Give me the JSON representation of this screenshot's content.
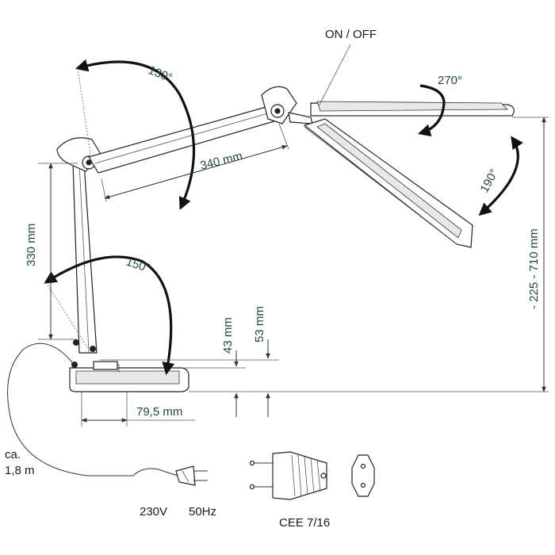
{
  "labels": {
    "on_off": "ON / OFF",
    "angle_head_rotate": "270°",
    "angle_top": "130°",
    "angle_head_tilt": "190°",
    "angle_base": "150°",
    "arm_length": "340 mm",
    "post_height": "330 mm",
    "height_range": "- 225 - 710 mm",
    "base_height_43": "43 mm",
    "base_height_53": "53 mm",
    "base_offset": "79,5 mm",
    "cable_length_line1": "ca.",
    "cable_length_line2": "1,8 m",
    "voltage": "230V",
    "frequency": "50Hz",
    "plug_standard": "CEE 7/16"
  },
  "colors": {
    "line": "#222222",
    "angle_label": "#1f4a3a",
    "background": "#ffffff"
  }
}
